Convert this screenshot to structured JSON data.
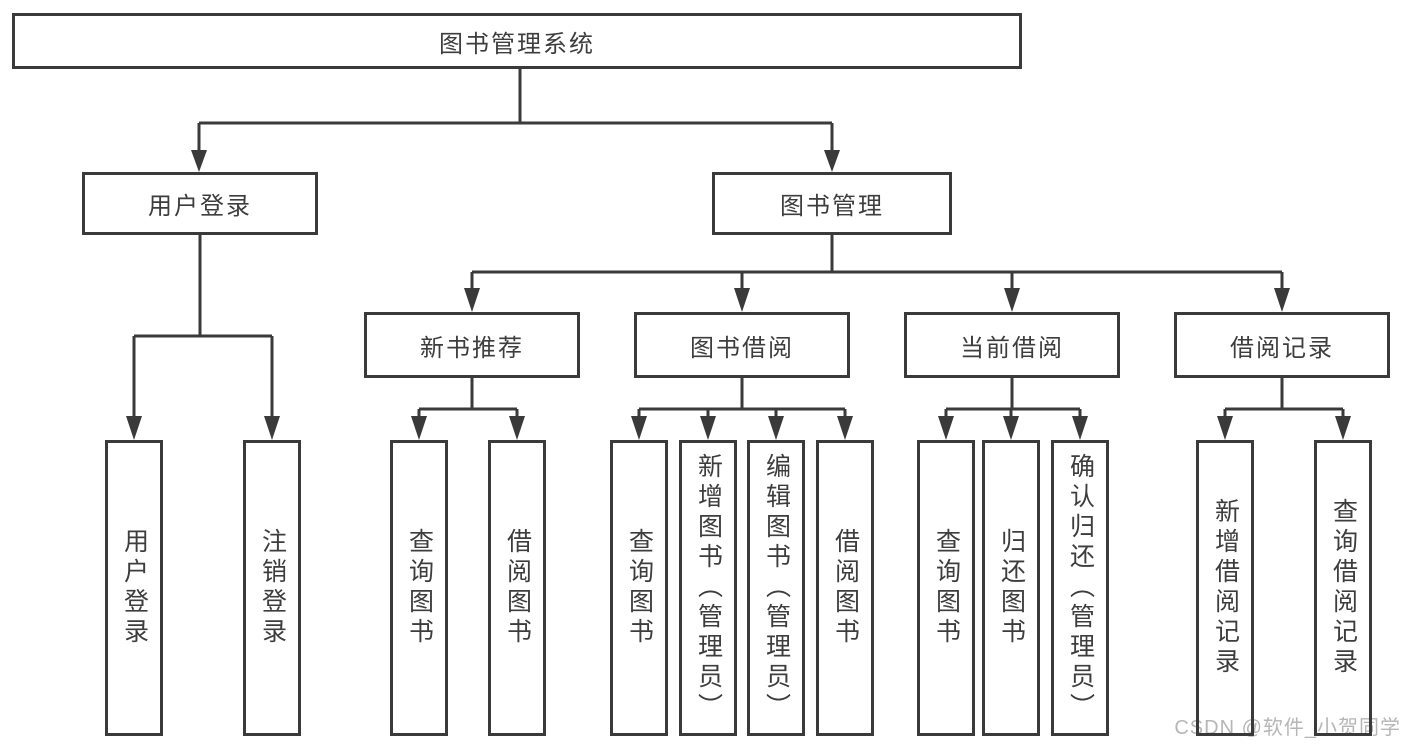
{
  "root": {
    "label": "图书管理系统"
  },
  "branches": [
    {
      "label": "用户登录",
      "children": [
        "用户登录",
        "注销登录"
      ]
    },
    {
      "label": "图书管理",
      "sections": [
        {
          "label": "新书推荐",
          "children": [
            "查询图书",
            "借阅图书"
          ]
        },
        {
          "label": "图书借阅",
          "children": [
            "查询图书",
            "新增图书（管理员）",
            "编辑图书（管理员）",
            "借阅图书"
          ]
        },
        {
          "label": "当前借阅",
          "children": [
            "查询图书",
            "归还图书",
            "确认归还（管理员）"
          ]
        },
        {
          "label": "借阅记录",
          "children": [
            "新增借阅记录",
            "查询借阅记录"
          ]
        }
      ]
    }
  ],
  "watermark": "CSDN @软件_小贺同学",
  "colors": {
    "line": "#3a3a3a",
    "text": "#3d3d3d",
    "watermark": "#b6b6b6",
    "background": "#ffffff"
  }
}
